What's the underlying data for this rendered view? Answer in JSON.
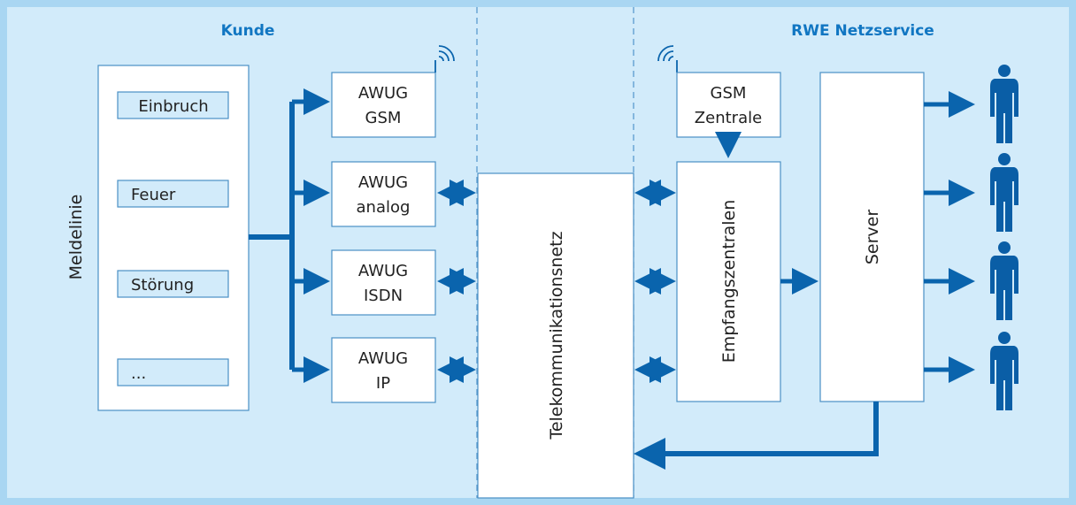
{
  "sections": {
    "customer": "Kunde",
    "provider": "RWE Netzservice"
  },
  "alarm_line": {
    "label": "Meldelinie",
    "signals": [
      "Einbruch",
      "Feuer",
      "Störung",
      "..."
    ]
  },
  "transmitters": [
    {
      "line1": "AWUG",
      "line2": "GSM"
    },
    {
      "line1": "AWUG",
      "line2": "analog"
    },
    {
      "line1": "AWUG",
      "line2": "ISDN"
    },
    {
      "line1": "AWUG",
      "line2": "IP"
    }
  ],
  "network": {
    "label": "Telekommunikationsnetz"
  },
  "gsm_center": {
    "line1": "GSM",
    "line2": "Zentrale"
  },
  "receivers": {
    "label": "Empfangszentralen"
  },
  "server": {
    "label": "Server"
  },
  "colors": {
    "background": "#a9d6f2",
    "panel": "#d2ebfa",
    "arrow": "#0a64ad",
    "person": "#0a5ea6",
    "heading": "#1176c2",
    "box_border": "#4a8fc4",
    "text": "#222222"
  },
  "icons": [
    "wireless-signal-icon",
    "person-icon"
  ]
}
